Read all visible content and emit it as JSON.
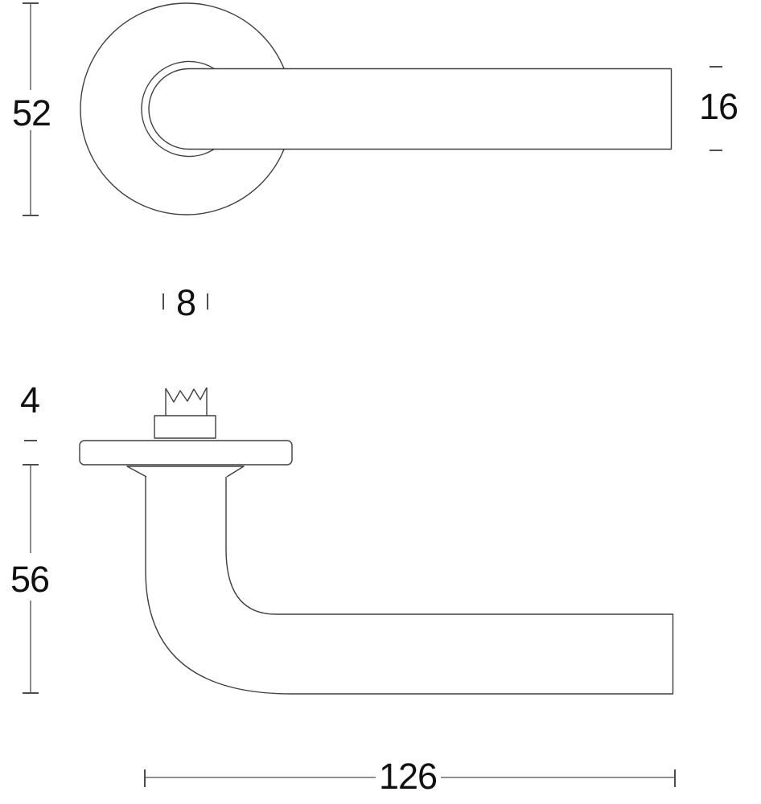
{
  "front_view": {
    "rose_diameter": "52",
    "lever_thickness": "16"
  },
  "side_view": {
    "spindle_width": "8",
    "rose_thickness": "4",
    "projection": "56",
    "handle_length": "126"
  },
  "colors": {
    "outline": "#3f3f3f",
    "dimension": "#4d4d4d",
    "text": "#111111",
    "background": "#ffffff"
  }
}
